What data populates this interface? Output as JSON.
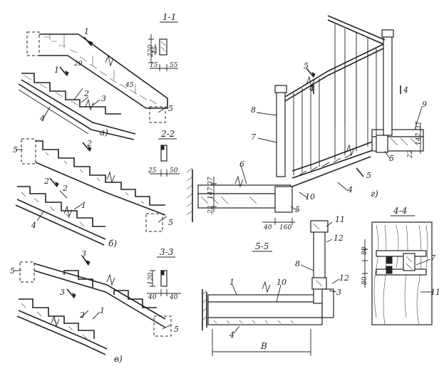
{
  "panels": {
    "a": "а)",
    "b": "б)",
    "v": "в)",
    "g": "г)"
  },
  "sections": {
    "s11": "1-1",
    "s22": "2-2",
    "s33": "3-3",
    "s44": "4-4",
    "s55": "5-5"
  },
  "dims": {
    "d220": "220",
    "d45a": "45",
    "d20": "20",
    "d15": "15",
    "d55": "55",
    "d45b": "45",
    "d25": "25",
    "d50": "50",
    "d120": "120",
    "d40a": "40",
    "d40b": "40",
    "d37a": "37",
    "d147a": "147",
    "d22a": "22",
    "d40c": "40",
    "d160": "160",
    "d37b": "37",
    "d147b": "147",
    "d22b": "22",
    "d80a": "80",
    "d80b": "80",
    "dB": "B"
  },
  "callouts": {
    "c1a": "1",
    "c1b": "1",
    "c2a": "2",
    "c3a": "3",
    "c4a": "4",
    "c5a": "5",
    "c2b": "2",
    "c2c": "2",
    "c1c": "1",
    "c4b": "4",
    "c5b": "5",
    "c5c": "5",
    "c3b": "3",
    "c3c": "3",
    "c2d": "2",
    "c1d": "1",
    "c5d": "5",
    "c5e": "5",
    "c8a": "8",
    "c7a": "7",
    "c6a": "6",
    "c9a": "9",
    "c4c": "4",
    "c4d": "4",
    "c10a": "10",
    "c4e": "4",
    "c5f": "5",
    "c5g": "5",
    "c5h": "5",
    "c5i": "5",
    "c11a": "11",
    "c12a": "12",
    "c8b": "8",
    "c12b": "12",
    "c3d": "3",
    "c1e": "1",
    "c10b": "10",
    "c4f": "4",
    "c7b": "7",
    "c11b": "11"
  }
}
